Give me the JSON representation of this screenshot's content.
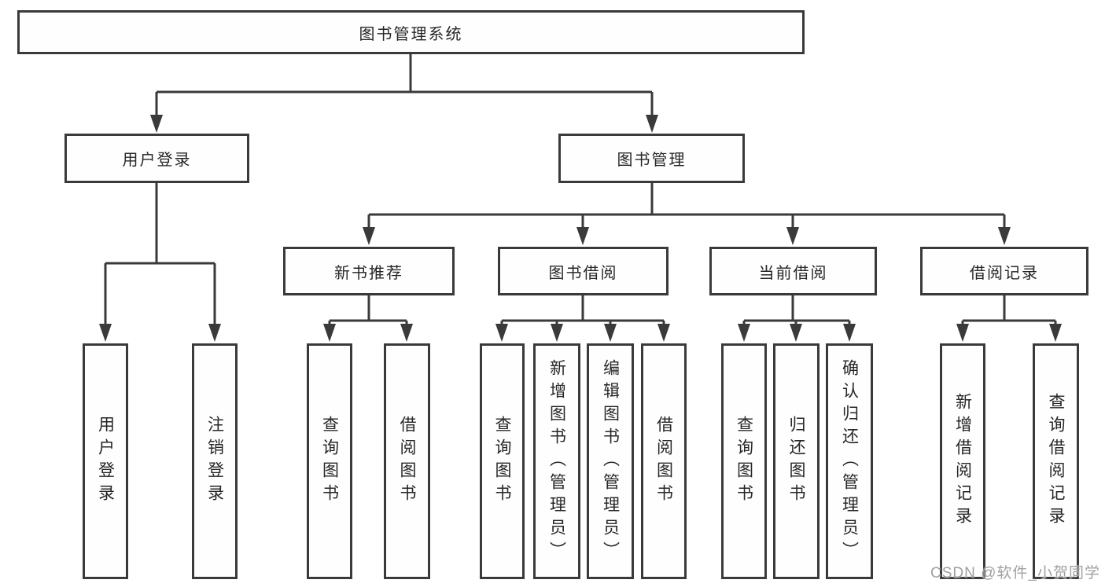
{
  "diagram": {
    "root": {
      "label": "图书管理系统"
    },
    "branches": [
      {
        "label": "用户登录",
        "children": [
          {
            "label": "用户登录"
          },
          {
            "label": "注销登录"
          }
        ]
      },
      {
        "label": "图书管理",
        "children": [
          {
            "label": "新书推荐",
            "children": [
              {
                "label": "查询图书"
              },
              {
                "label": "借阅图书"
              }
            ]
          },
          {
            "label": "图书借阅",
            "children": [
              {
                "label": "查询图书"
              },
              {
                "label": "新增图书（管理员）"
              },
              {
                "label": "编辑图书（管理员）"
              },
              {
                "label": "借阅图书"
              }
            ]
          },
          {
            "label": "当前借阅",
            "children": [
              {
                "label": "查询图书"
              },
              {
                "label": "归还图书"
              },
              {
                "label": "确认归还（管理员）"
              }
            ]
          },
          {
            "label": "借阅记录",
            "children": [
              {
                "label": "新增借阅记录"
              },
              {
                "label": "查询借阅记录"
              }
            ]
          }
        ]
      }
    ]
  },
  "watermark": {
    "text": "CSDN @软件_小贺同学"
  },
  "colors": {
    "line": "#3a3a3a",
    "box_border": "#3a3a3a",
    "text": "#262626",
    "background": "#ffffff",
    "watermark": "#a0a0a0"
  }
}
